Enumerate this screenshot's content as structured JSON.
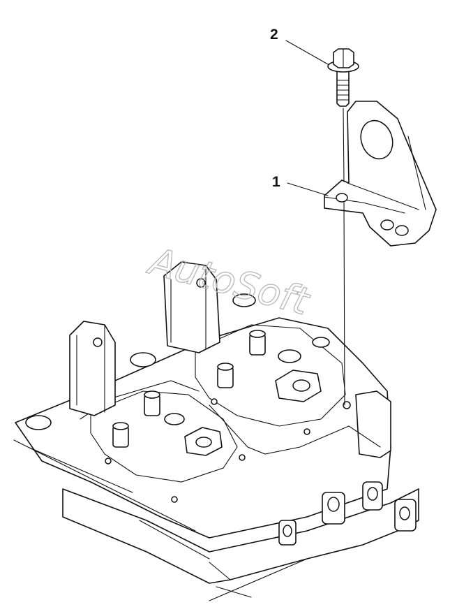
{
  "callouts": [
    {
      "number": "1",
      "part": "bracket"
    },
    {
      "number": "2",
      "part": "bolt"
    }
  ],
  "watermark": "AutoSoft",
  "colors": {
    "line": "#111111",
    "background": "#ffffff",
    "watermark": "#b8b8b8"
  }
}
